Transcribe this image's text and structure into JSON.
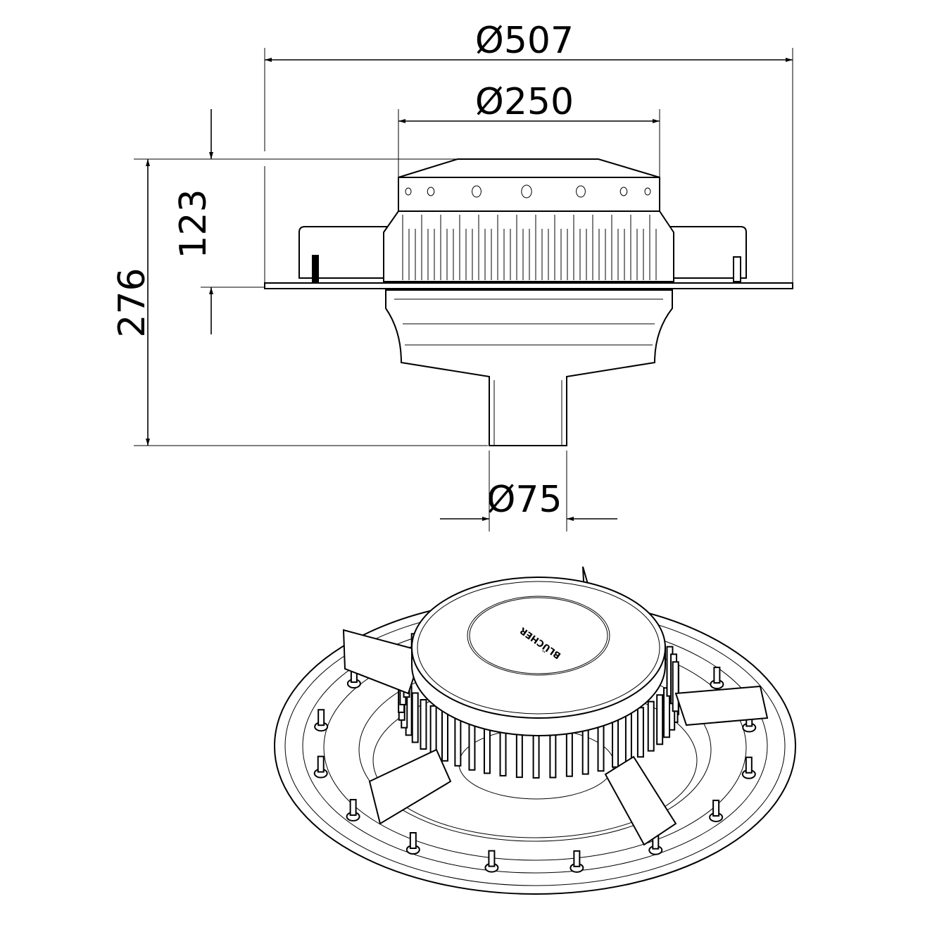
{
  "drawing": {
    "dimensions": {
      "outer_diameter": "Ø507",
      "cap_diameter": "Ø250",
      "outlet_diameter": "Ø75",
      "height_above_flange": "123",
      "total_height": "276"
    },
    "logo_text": "BLÜCHER"
  }
}
